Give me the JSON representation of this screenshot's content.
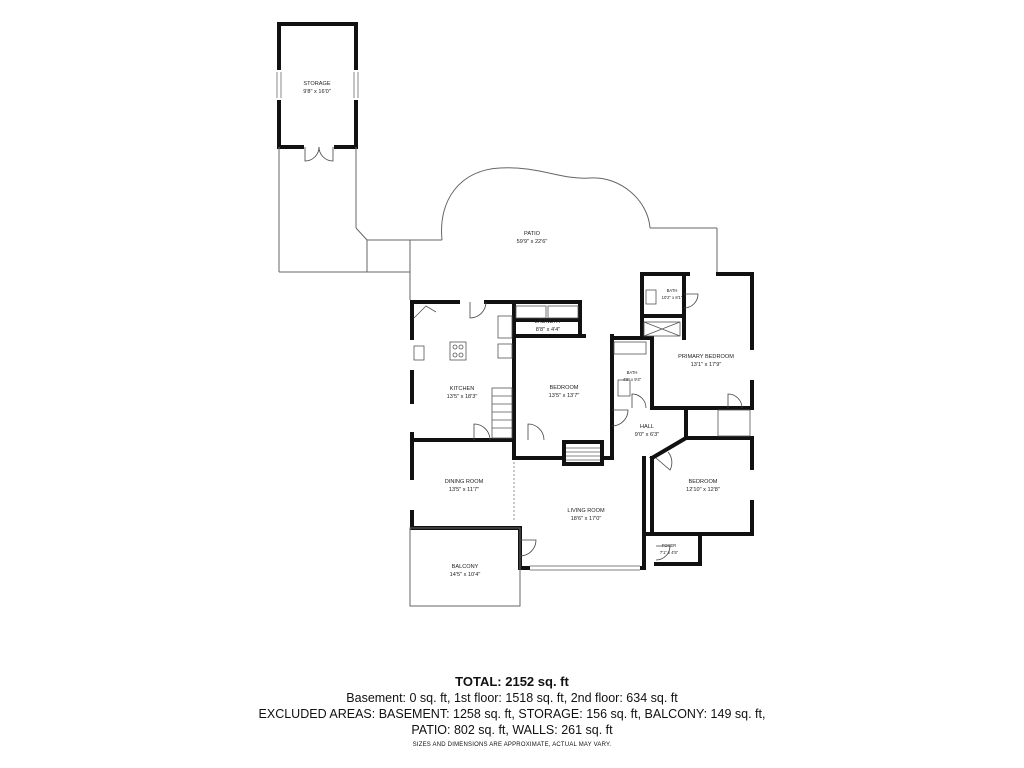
{
  "rooms": {
    "storage": {
      "name": "STORAGE",
      "dims": "9'8\" x 16'0\""
    },
    "patio": {
      "name": "PATIO",
      "dims": "59'9\" x 22'6\""
    },
    "laundry": {
      "name": "LAUNDRY",
      "dims": "8'8\" x 4'4\""
    },
    "kitchen": {
      "name": "KITCHEN",
      "dims": "13'5\" x 18'3\""
    },
    "bedroom_mid": {
      "name": "BEDROOM",
      "dims": "13'5\" x 13'7\""
    },
    "bath_mid": {
      "name": "BATH",
      "dims": "4'9\" x 9'4\""
    },
    "bath_primary": {
      "name": "BATH",
      "dims": "10'2\" x 8'1\""
    },
    "primary_bedroom": {
      "name": "PRIMARY BEDROOM",
      "dims": "13'1\" x 17'9\""
    },
    "hall": {
      "name": "HALL",
      "dims": "9'0\" x 6'3\""
    },
    "dining": {
      "name": "DINING ROOM",
      "dims": "13'5\" x 11'7\""
    },
    "living": {
      "name": "LIVING ROOM",
      "dims": "18'6\" x 17'0\""
    },
    "bedroom_right": {
      "name": "BEDROOM",
      "dims": "12'10\" x 12'8\""
    },
    "foyer": {
      "name": "FOYER",
      "dims": "7'1\" x 4'5\""
    },
    "balcony": {
      "name": "BALCONY",
      "dims": "14'5\" x 10'4\""
    }
  },
  "summary": {
    "total_label": "TOTAL: 2152 sq. ft",
    "line1": "Basement: 0 sq. ft, 1st floor: 1518 sq. ft, 2nd floor: 634 sq. ft",
    "line2": "EXCLUDED AREAS: BASEMENT: 1258 sq. ft, STORAGE: 156 sq. ft, BALCONY: 149 sq. ft,",
    "line3": "PATIO: 802 sq. ft, WALLS: 261 sq. ft",
    "disclaimer": "SIZES AND DIMENSIONS ARE APPROXIMATE, ACTUAL MAY VARY."
  }
}
